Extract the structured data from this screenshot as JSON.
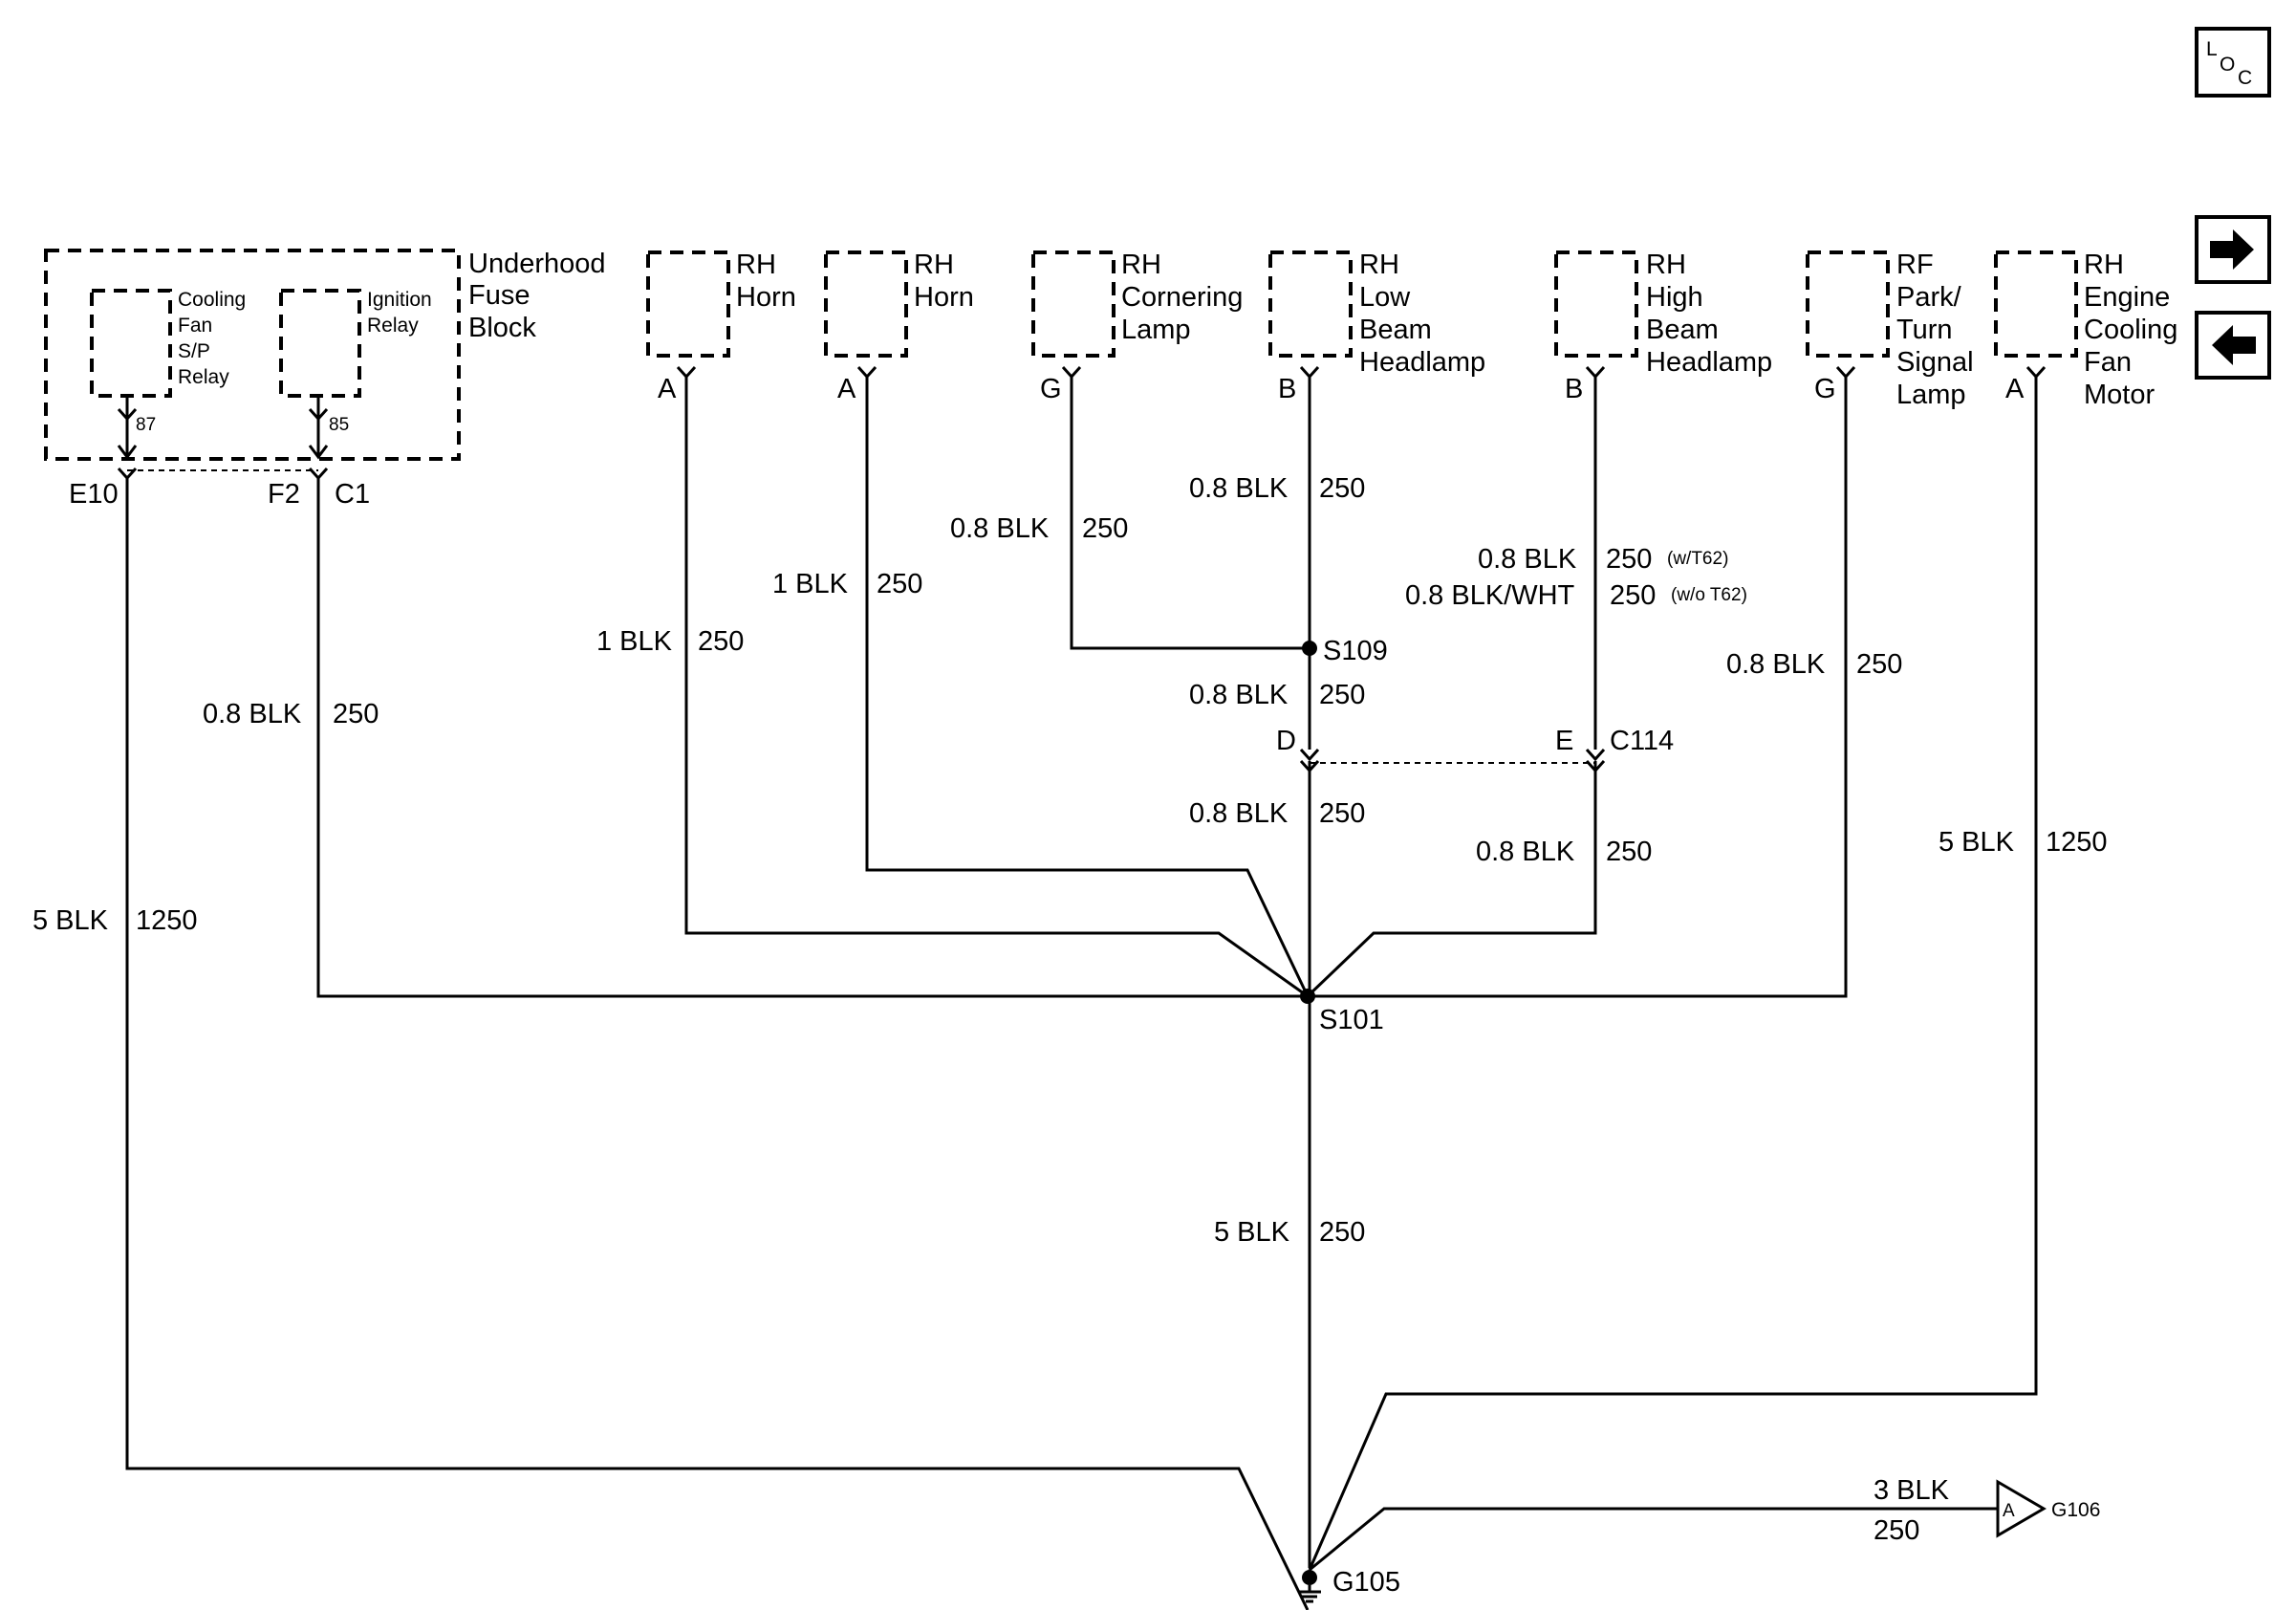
{
  "nav": {
    "loc_button": {
      "l": "L",
      "o": "O",
      "c": "C"
    }
  },
  "fuse_block": {
    "name_lines": [
      "Underhood",
      "Fuse",
      "Block"
    ],
    "relay1_lines": [
      "Cooling",
      "Fan",
      "S/P",
      "Relay"
    ],
    "relay2_lines": [
      "Ignition",
      "Relay"
    ],
    "pin1": "87",
    "pin2": "85",
    "conn1": "E10",
    "conn2": "F2",
    "conn3": "C1"
  },
  "components": [
    {
      "lines": [
        "RH",
        "Horn"
      ],
      "pin": "A"
    },
    {
      "lines": [
        "RH",
        "Horn"
      ],
      "pin": "A"
    },
    {
      "lines": [
        "RH",
        "Cornering",
        "Lamp"
      ],
      "pin": "G"
    },
    {
      "lines": [
        "RH",
        "Low",
        "Beam",
        "Headlamp"
      ],
      "pin": "B"
    },
    {
      "lines": [
        "RH",
        "High",
        "Beam",
        "Headlamp"
      ],
      "pin": "B"
    },
    {
      "lines": [
        "RF",
        "Park/",
        "Turn",
        "Signal",
        "Lamp"
      ],
      "pin": "G"
    },
    {
      "lines": [
        "RH",
        "Engine",
        "Cooling",
        "Fan",
        "Motor"
      ],
      "pin": "A"
    }
  ],
  "wires": {
    "w_e10": {
      "size": "5 BLK",
      "circuit": "1250"
    },
    "w_c1": {
      "size": "0.8 BLK",
      "circuit": "250"
    },
    "w_horn1": {
      "size": "1 BLK",
      "circuit": "250"
    },
    "w_horn2": {
      "size": "1 BLK",
      "circuit": "250"
    },
    "w_corner": {
      "size": "0.8 BLK",
      "circuit": "250"
    },
    "w_low_top": {
      "size": "0.8 BLK",
      "circuit": "250"
    },
    "w_low_mid": {
      "size": "0.8 BLK",
      "circuit": "250"
    },
    "w_low_bot": {
      "size": "0.8 BLK",
      "circuit": "250"
    },
    "w_high_a": {
      "size": "0.8 BLK",
      "circuit": "250",
      "note": "(w/T62)"
    },
    "w_high_b": {
      "size": "0.8 BLK/WHT",
      "circuit": "250",
      "note": "(w/o T62)"
    },
    "w_high_bot": {
      "size": "0.8 BLK",
      "circuit": "250"
    },
    "w_park": {
      "size": "0.8 BLK",
      "circuit": "250"
    },
    "w_fan": {
      "size": "5 BLK",
      "circuit": "1250"
    },
    "w_trunk": {
      "size": "5 BLK",
      "circuit": "250"
    },
    "w_g106": {
      "size": "3 BLK",
      "circuit": "250"
    }
  },
  "splices": {
    "s109": "S109",
    "s101": "S101"
  },
  "connector_c114": {
    "name": "C114",
    "pin_d": "D",
    "pin_e": "E"
  },
  "grounds": {
    "g105": "G105",
    "g106": "G106",
    "g106_pin": "A"
  }
}
